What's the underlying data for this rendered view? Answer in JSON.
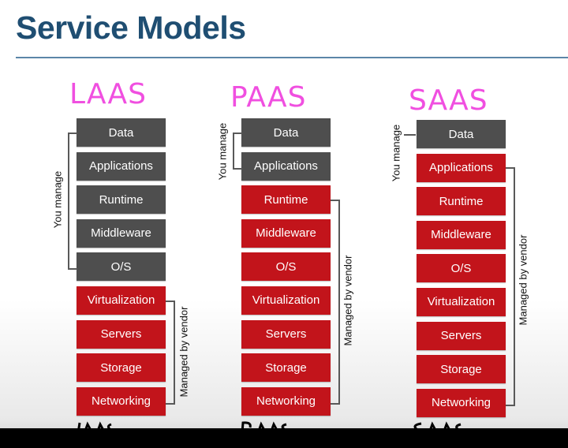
{
  "title": "Service Models",
  "labels": {
    "you_manage": "You manage",
    "managed_by_vendor": "Managed by vendor"
  },
  "models": [
    {
      "name": "LAAS",
      "layers": [
        {
          "label": "Data",
          "managed_by": "you"
        },
        {
          "label": "Applications",
          "managed_by": "you"
        },
        {
          "label": "Runtime",
          "managed_by": "you"
        },
        {
          "label": "Middleware",
          "managed_by": "you"
        },
        {
          "label": "O/S",
          "managed_by": "you"
        },
        {
          "label": "Virtualization",
          "managed_by": "vendor"
        },
        {
          "label": "Servers",
          "managed_by": "vendor"
        },
        {
          "label": "Storage",
          "managed_by": "vendor"
        },
        {
          "label": "Networking",
          "managed_by": "vendor"
        }
      ]
    },
    {
      "name": "PAAS",
      "layers": [
        {
          "label": "Data",
          "managed_by": "you"
        },
        {
          "label": "Applications",
          "managed_by": "you"
        },
        {
          "label": "Runtime",
          "managed_by": "vendor"
        },
        {
          "label": "Middleware",
          "managed_by": "vendor"
        },
        {
          "label": "O/S",
          "managed_by": "vendor"
        },
        {
          "label": "Virtualization",
          "managed_by": "vendor"
        },
        {
          "label": "Servers",
          "managed_by": "vendor"
        },
        {
          "label": "Storage",
          "managed_by": "vendor"
        },
        {
          "label": "Networking",
          "managed_by": "vendor"
        }
      ]
    },
    {
      "name": "SAAS",
      "layers": [
        {
          "label": "Data",
          "managed_by": "you"
        },
        {
          "label": "Applications",
          "managed_by": "vendor"
        },
        {
          "label": "Runtime",
          "managed_by": "vendor"
        },
        {
          "label": "Middleware",
          "managed_by": "vendor"
        },
        {
          "label": "O/S",
          "managed_by": "vendor"
        },
        {
          "label": "Virtualization",
          "managed_by": "vendor"
        },
        {
          "label": "Servers",
          "managed_by": "vendor"
        },
        {
          "label": "Storage",
          "managed_by": "vendor"
        },
        {
          "label": "Networking",
          "managed_by": "vendor"
        }
      ]
    }
  ],
  "colors": {
    "you": "#4e4e4e",
    "vendor": "#c2141b",
    "handwriting": "#f04fe0",
    "title": "#1f4e72"
  }
}
